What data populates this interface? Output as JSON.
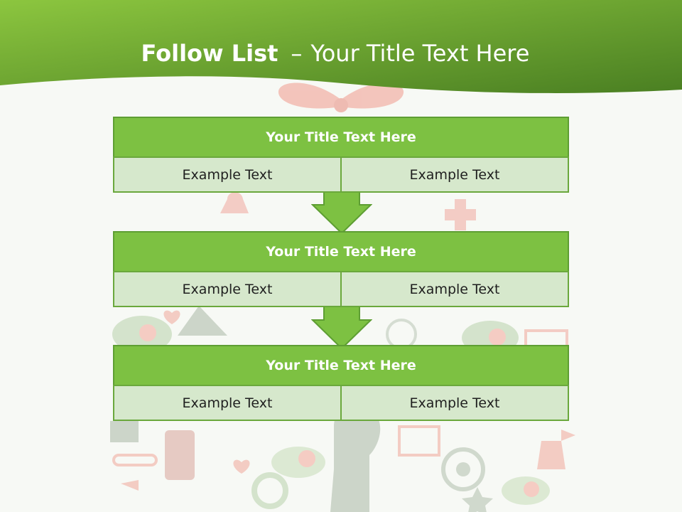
{
  "slide": {
    "title_bold": "Follow List",
    "title_separator": "–",
    "title_rest": "Your Title Text Here"
  },
  "blocks": [
    {
      "title": "Your Title Text Here",
      "left_text": "Example Text",
      "right_text": "Example Text"
    },
    {
      "title": "Your Title Text Here",
      "left_text": "Example Text",
      "right_text": "Example Text"
    },
    {
      "title": "Your Title Text Here",
      "left_text": "Example Text",
      "right_text": "Example Text"
    }
  ],
  "colors": {
    "header_green_light": "#8cc63f",
    "header_green_dark": "#4a7f22",
    "block_title_green": "#7dc142",
    "cell_green": "#d6e8cc",
    "decor_pink": "#f2b8ad",
    "decor_grey": "#c9d2c4"
  }
}
